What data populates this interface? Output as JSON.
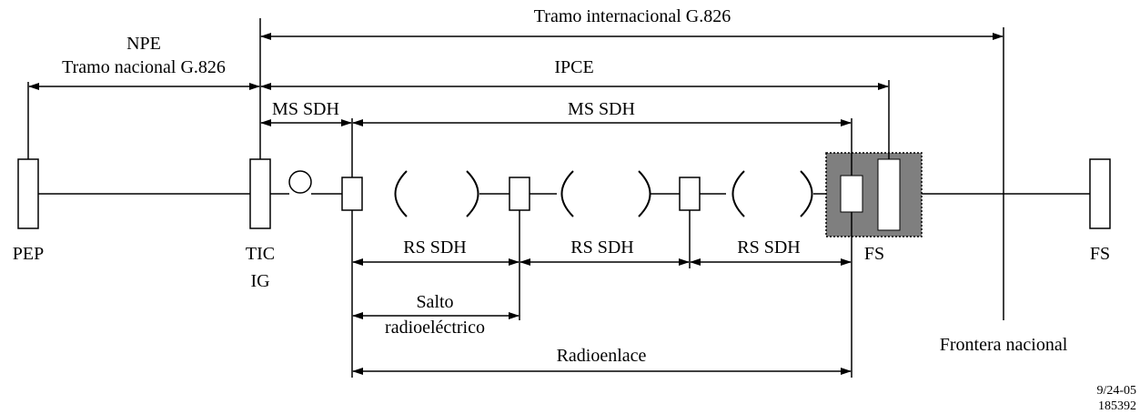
{
  "labels": {
    "tramo_internacional": "Tramo internacional G.826",
    "npe": "NPE",
    "tramo_nacional": "Tramo nacional G.826",
    "ipce": "IPCE",
    "ms_sdh_left": "MS SDH",
    "ms_sdh_right": "MS SDH",
    "pep": "PEP",
    "tic": "TIC",
    "ig": "IG",
    "fs_mid": "FS",
    "fs_right": "FS",
    "rs_sdh_1": "RS SDH",
    "rs_sdh_2": "RS SDH",
    "rs_sdh_3": "RS SDH",
    "salto_1": "Salto",
    "salto_2": "radioeléctrico",
    "radioenlace": "Radioenlace",
    "frontera": "Frontera nacional",
    "ref_1": "9/24-05",
    "ref_2": "185392"
  },
  "colors": {
    "line": "#000000",
    "fs_box_fill": "#7f7f7f"
  }
}
